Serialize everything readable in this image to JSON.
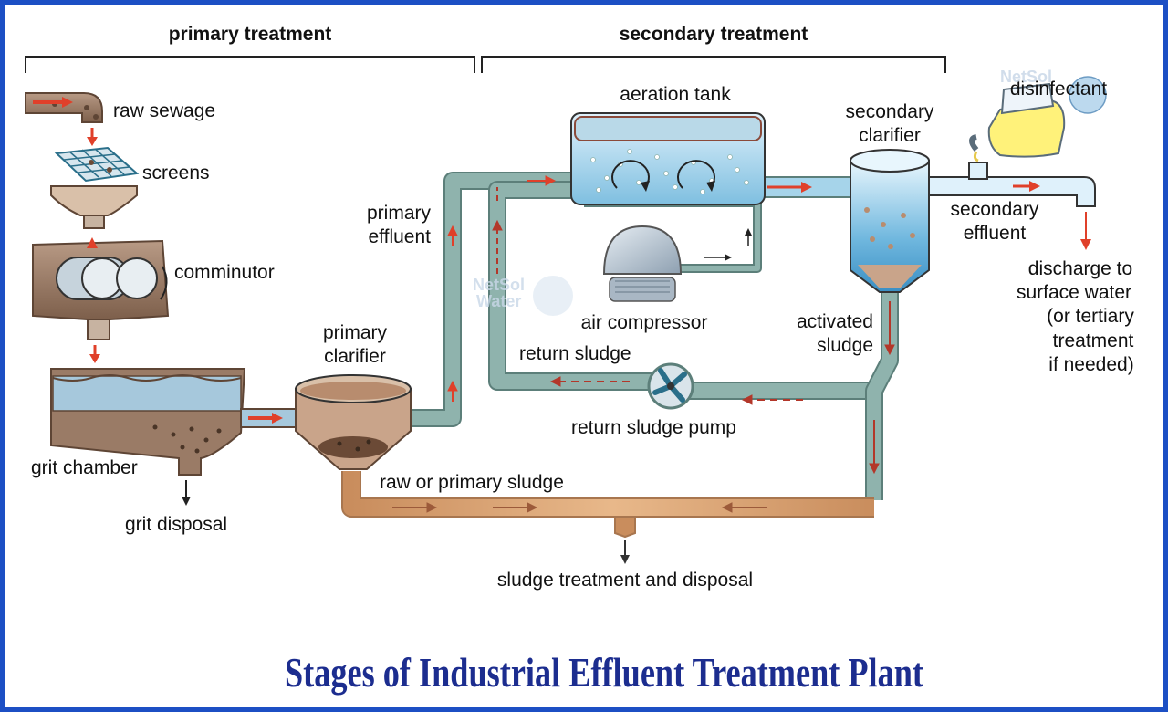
{
  "headers": {
    "primary": "primary treatment",
    "secondary": "secondary treatment"
  },
  "labels": {
    "raw_sewage": "raw sewage",
    "screens": "screens",
    "comminutor": "comminutor",
    "grit_chamber": "grit chamber",
    "grit_disposal": "grit disposal",
    "primary_clarifier": [
      "primary",
      "clarifier"
    ],
    "primary_effluent": [
      "primary",
      "effluent"
    ],
    "aeration_tank": "aeration tank",
    "air_compressor": "air compressor",
    "return_sludge": "return sludge",
    "return_sludge_pump": "return sludge pump",
    "secondary_clarifier": [
      "secondary",
      "clarifier"
    ],
    "activated_sludge": [
      "activated",
      "sludge"
    ],
    "disinfectant": "disinfectant",
    "secondary_effluent": [
      "secondary",
      "effluent"
    ],
    "discharge": [
      "discharge to",
      "surface water",
      "(or tertiary",
      "treatment",
      "if needed)"
    ],
    "raw_primary_sludge": "raw or primary sludge",
    "sludge_treatment": "sludge treatment and disposal"
  },
  "watermark": {
    "name": "NetSol",
    "sub": "Water"
  },
  "title": "Stages of Industrial Effluent Treatment Plant",
  "colors": {
    "frame": "#1c4fc4",
    "title": "#1c2d8f",
    "water_pipe": "#8fb3ad",
    "sludge_pipe": "#d7a273",
    "flow_arrow": "#e0402a",
    "sludge": "#8a6a54",
    "water": "#a6d4ea"
  }
}
